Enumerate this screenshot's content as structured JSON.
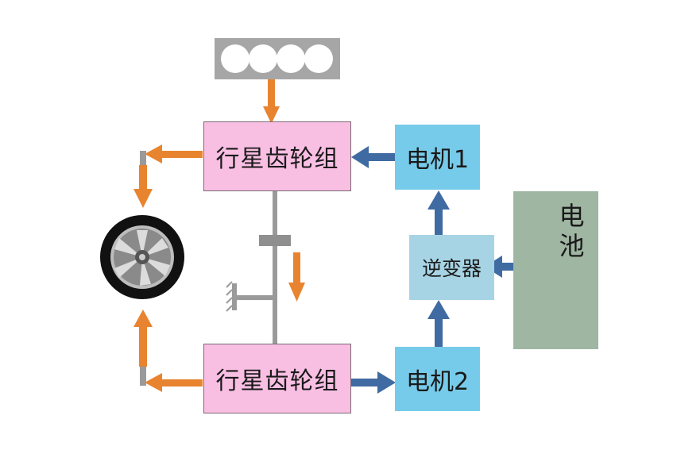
{
  "planetary_top": "行星齿轮组",
  "planetary_bottom": "行星齿轮组",
  "motor1": "电机1",
  "motor2": "电机2",
  "inverter": "逆变器",
  "battery": [
    "电",
    "池"
  ],
  "colors": {
    "orange": "#e8842f",
    "blue": "#3f6ba2",
    "gray": "#9a9a9a",
    "pink": "#f9bfe3",
    "motor": "#76cbea",
    "inverter": "#a7d4e5",
    "battery": "#9fb6a2"
  }
}
